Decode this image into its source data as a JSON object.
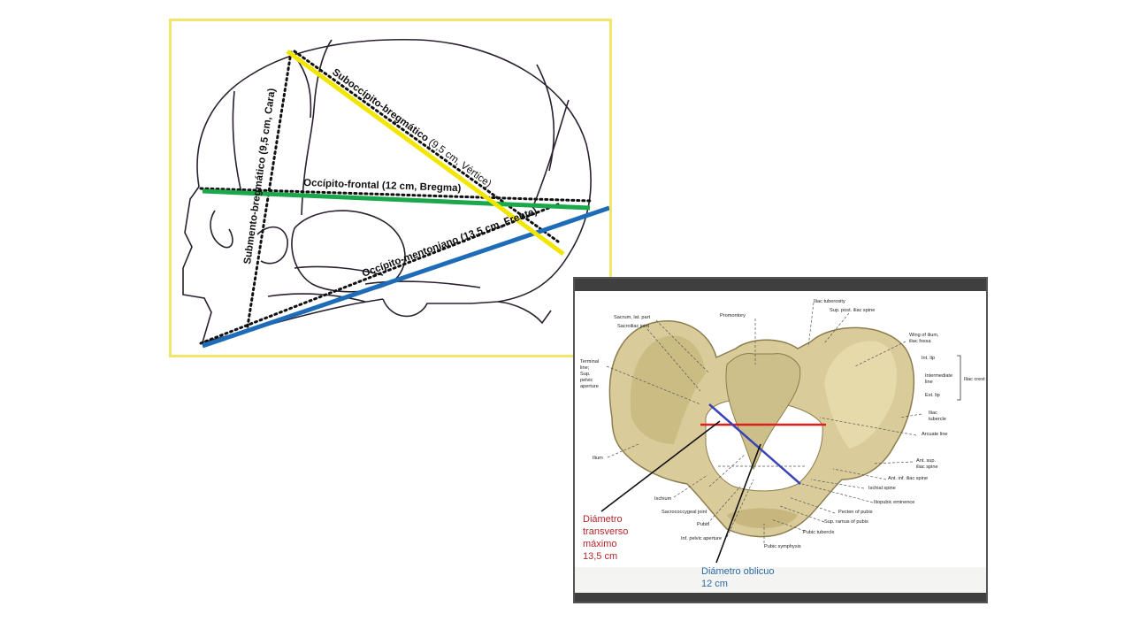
{
  "skull": {
    "labels": {
      "suboccipito": "Suboccípito-bregmático",
      "suboccipito_detail": "(9,5 cm, Vértice)",
      "occipito_frontal": "Occípito-frontal (12 cm, Bregma)",
      "occipito_mentoniano": "Occípito-mentoniano (13,5 cm, Frente)",
      "submento": "Submento-bregmático (9,5 cm, Cara)"
    },
    "colors": {
      "yellow": "#f2e600",
      "green": "#1aa84a",
      "blue": "#1e6bb8"
    }
  },
  "pelvis": {
    "labels": {
      "sacrum": "Sacrum, lat. part",
      "sacroiliac": "Sacroiliac joint",
      "promontory": "Promontory",
      "iliac_tuberosity": "Iliac tuberosity",
      "sup_post_iliac": "Sup. post. iliac spine",
      "wing": "Wing of ilium,",
      "wing2": "iliac fossa",
      "int_lip": "Int. lip",
      "intermediate": "Intermediate",
      "intermediate2": "line",
      "ext_lip": "Ext. lip",
      "iliac_crest": "Iliac crest",
      "iliac_tubercle": "Iliac",
      "iliac_tubercle2": "tubercle",
      "arcuate": "Arcuate line",
      "terminal": "Terminal",
      "terminal2": "line;",
      "terminal3": "Sup.",
      "terminal4": "pelvic",
      "terminal5": "aperture",
      "ilium": "Ilium",
      "ant_sup": "Ant. sup.",
      "ant_sup2": "iliac spine",
      "ant_inf": "Ant. inf. iliac spine",
      "ischial_spine": "Ischial spine",
      "iliopubic": "Iliopubic eminence",
      "pecten": "Pecten of pubis",
      "sup_ramus": "Sup. ramus of pubis",
      "pubic_tubercle": "Pubic tubercle",
      "pubic_symphysis": "Pubic symphysis",
      "inf_aperture": "Inf. pelvic aperture",
      "pubis": "Pubis",
      "sacrococcygeal": "Sacrococcygeal joint",
      "ischium": "Ischium"
    },
    "captions": {
      "transverso": "Diámetro\ntransverso\nmáximo\n13,5 cm",
      "oblicuo": "Diámetro oblicuo\n12 cm"
    },
    "colors": {
      "transverso": "#b3262a",
      "oblicuo": "#2a6aa8",
      "bone": "#d9cc9a",
      "red_line": "#e0201c",
      "blue_line": "#3a44b8"
    }
  }
}
